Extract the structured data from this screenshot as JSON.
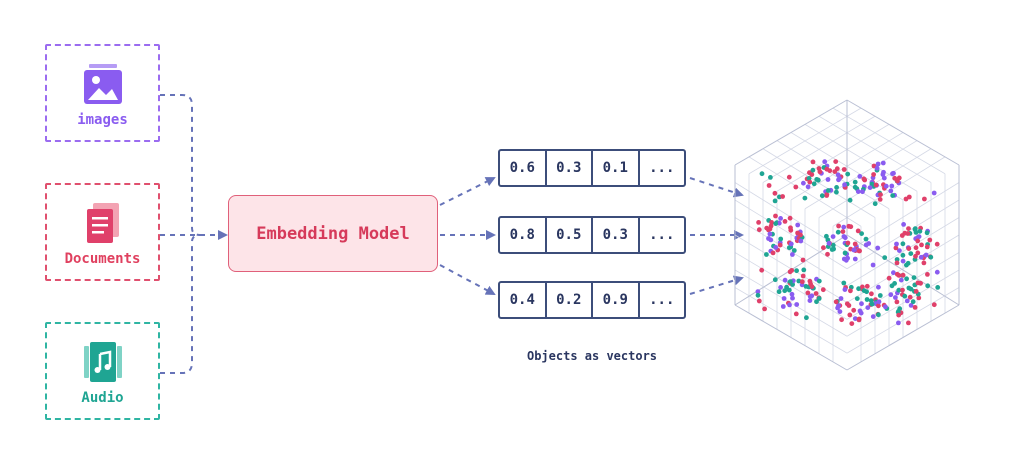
{
  "sources": [
    {
      "label": "images",
      "icon": "image-icon",
      "color": "#9b6cf0"
    },
    {
      "label": "Documents",
      "icon": "documents-icon",
      "color": "#e0506e"
    },
    {
      "label": "Audio",
      "icon": "audio-file-icon",
      "color": "#2fb5a3"
    }
  ],
  "model": {
    "label": "Embedding Model"
  },
  "vectors": [
    [
      "0.6",
      "0.3",
      "0.1",
      "..."
    ],
    [
      "0.8",
      "0.5",
      "0.3",
      "..."
    ],
    [
      "0.4",
      "0.2",
      "0.9",
      "..."
    ]
  ],
  "caption": "Objects as vectors",
  "colors": {
    "connector": "#6673b8",
    "vector_border": "#3c4d7a",
    "model_fill": "#fde4e8",
    "model_text": "#d63a5a",
    "point_colors": [
      "#e0406a",
      "#8a5cf0",
      "#1fa593"
    ]
  }
}
